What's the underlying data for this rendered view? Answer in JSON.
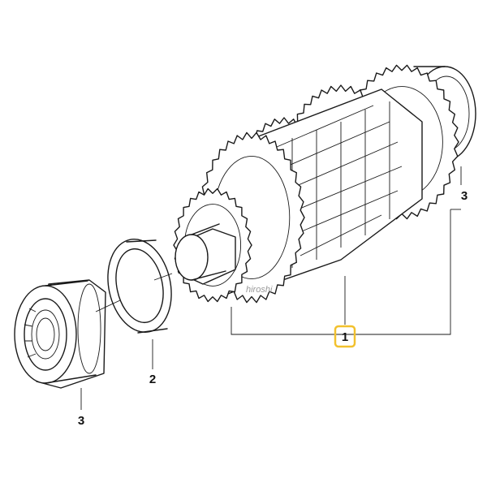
{
  "diagram": {
    "callouts": {
      "shaft_assembly": "1",
      "thrust_washer": "2",
      "bearing_left": "3",
      "bearing_right": "3"
    },
    "watermark": "hiroshi",
    "highlight_color": "#f2c12e"
  }
}
